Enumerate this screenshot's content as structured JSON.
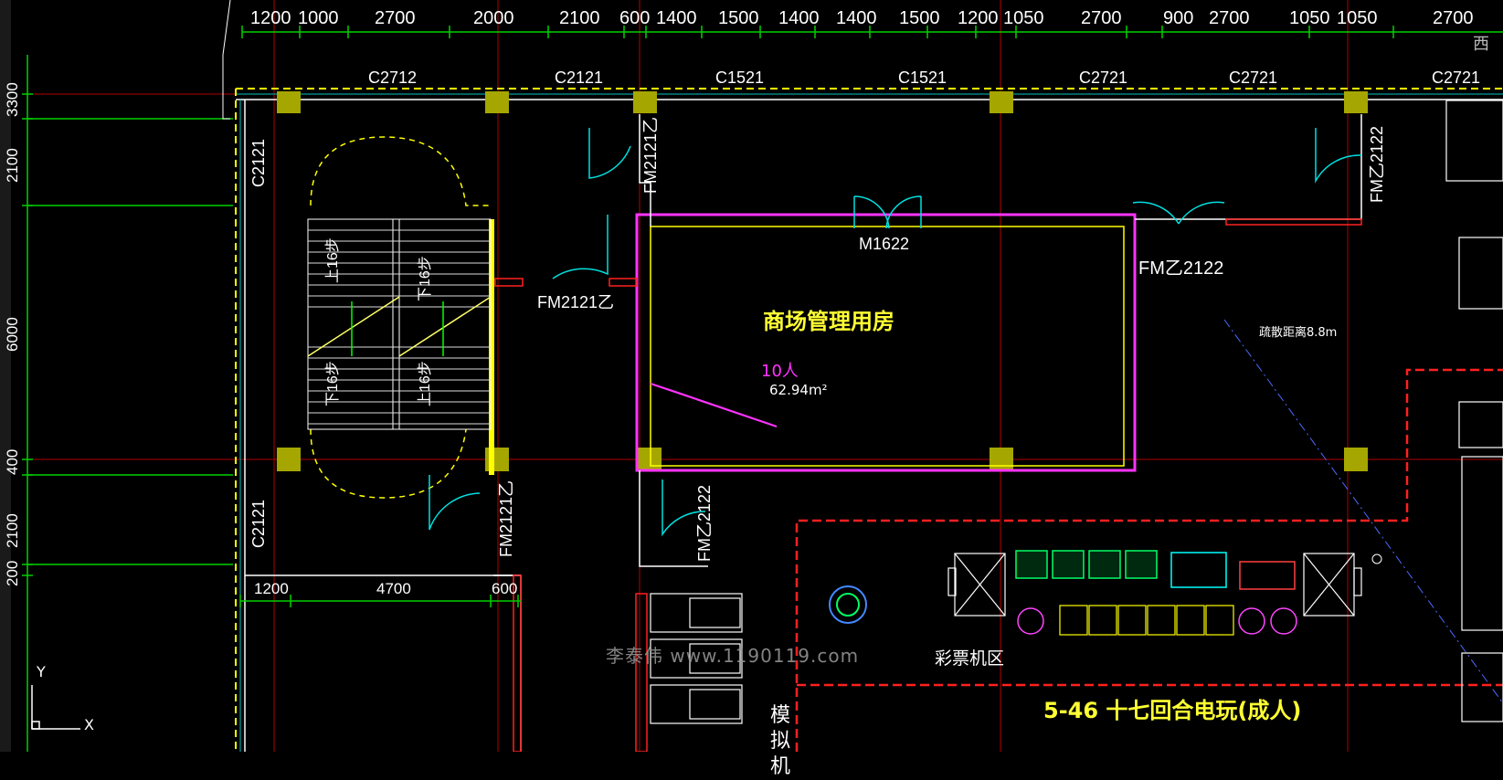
{
  "top_dimensions": [
    "1200",
    "1000",
    "2700",
    "2000",
    "2100",
    "600",
    "1400",
    "1500",
    "1400",
    "1400",
    "1500",
    "1200",
    "1050",
    "2700",
    "900",
    "2700",
    "1050",
    "1050",
    "2700"
  ],
  "window_tags_top": [
    "C2712",
    "C2121",
    "C1521",
    "C1521",
    "C2721",
    "C2721",
    "C2721"
  ],
  "left_window_tags": [
    "C2121",
    "C2121"
  ],
  "left_dimensions": [
    "3300",
    "2100",
    "6000",
    "400",
    "2100",
    "200"
  ],
  "corner_text": "西",
  "door_tags": {
    "fm_a": "FM2121乙",
    "fm_b": "FM2121乙",
    "fm_c": "FM乙2122",
    "fm_d": "FM乙2122",
    "fm_e": "FM乙2122",
    "fm_f": "FM2121乙",
    "m1622": "M1622"
  },
  "stair_labels": [
    "上16步",
    "下16步",
    "下16步",
    "上16步"
  ],
  "room": {
    "name": "商场管理用房",
    "occupancy": "10人",
    "area": "62.94m²"
  },
  "evac_note": "疏散距离8.8m",
  "lower_dimensions": [
    "1200",
    "4700",
    "600"
  ],
  "zone_labels": {
    "lottery": "彩票机区",
    "simulation": "模拟机",
    "hall": "5-46 十七回合电玩(成人)"
  },
  "watermark": "李泰伟 www.1190119.com",
  "ucs": {
    "y": "Y",
    "x": "X"
  },
  "colors": {
    "background": "#000000",
    "axis_red": "#c00000",
    "dim_green": "#00d000",
    "wall_yellow": "#ffff00",
    "column_olive": "#a6a600",
    "highlight_magenta": "#ff33ff",
    "zone_red": "#ff2020",
    "door_cyan": "#00e0e0"
  }
}
